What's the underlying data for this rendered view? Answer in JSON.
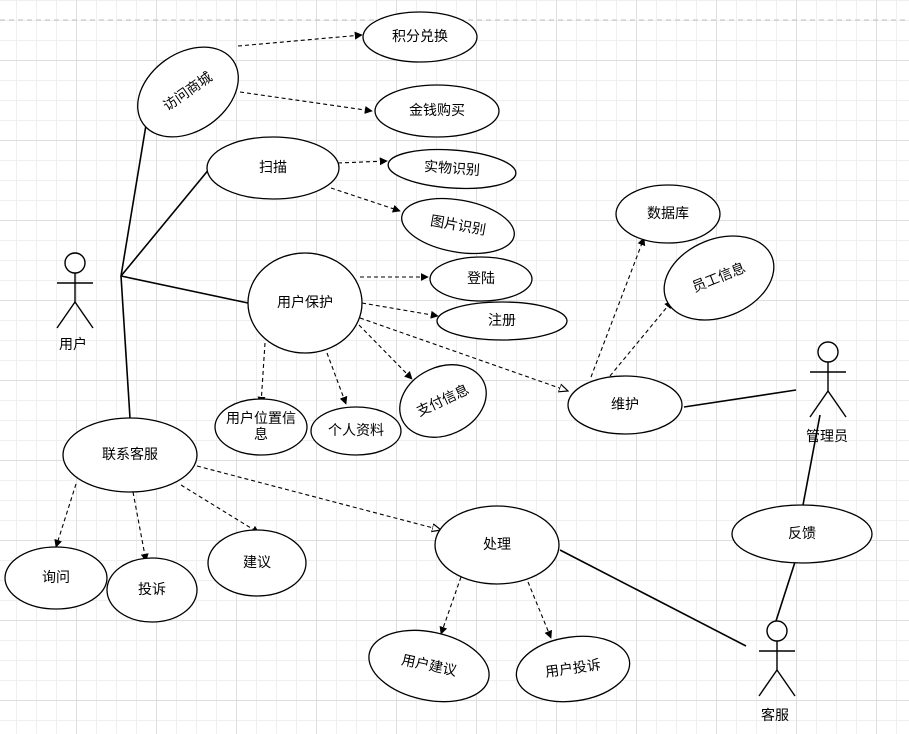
{
  "diagram": {
    "actors": [
      {
        "id": "user",
        "label": "用户"
      },
      {
        "id": "admin",
        "label": "管理员"
      },
      {
        "id": "service",
        "label": "客服"
      }
    ],
    "use_cases": [
      {
        "id": "visit_mall",
        "label": "访问商城"
      },
      {
        "id": "points_exchange",
        "label": "积分兑换"
      },
      {
        "id": "money_buy",
        "label": "金钱购买"
      },
      {
        "id": "scan",
        "label": "扫描"
      },
      {
        "id": "object_recog",
        "label": "实物识别"
      },
      {
        "id": "image_recog",
        "label": "图片识别"
      },
      {
        "id": "user_protect",
        "label": "用户保护"
      },
      {
        "id": "login",
        "label": "登陆"
      },
      {
        "id": "register",
        "label": "注册"
      },
      {
        "id": "location_info",
        "label": "用户位置信息"
      },
      {
        "id": "profile",
        "label": "个人资料"
      },
      {
        "id": "payment_info",
        "label": "支付信息"
      },
      {
        "id": "maintain",
        "label": "维护"
      },
      {
        "id": "database",
        "label": "数据库"
      },
      {
        "id": "staff_info",
        "label": "员工信息"
      },
      {
        "id": "contact_service",
        "label": "联系客服"
      },
      {
        "id": "inquiry",
        "label": "询问"
      },
      {
        "id": "complain",
        "label": "投诉"
      },
      {
        "id": "suggest",
        "label": "建议"
      },
      {
        "id": "handle",
        "label": "处理"
      },
      {
        "id": "user_suggest",
        "label": "用户建议"
      },
      {
        "id": "user_complain",
        "label": "用户投诉"
      },
      {
        "id": "feedback",
        "label": "反馈"
      }
    ],
    "associations": [
      {
        "from": "user",
        "to": "visit_mall"
      },
      {
        "from": "user",
        "to": "scan"
      },
      {
        "from": "user",
        "to": "user_protect"
      },
      {
        "from": "user",
        "to": "contact_service"
      },
      {
        "from": "admin",
        "to": "maintain"
      },
      {
        "from": "admin",
        "to": "feedback"
      },
      {
        "from": "service",
        "to": "feedback"
      },
      {
        "from": "service",
        "to": "handle"
      }
    ],
    "dependencies": [
      {
        "from": "visit_mall",
        "to": "points_exchange",
        "arrow": "filled"
      },
      {
        "from": "visit_mall",
        "to": "money_buy",
        "arrow": "filled"
      },
      {
        "from": "scan",
        "to": "object_recog",
        "arrow": "filled"
      },
      {
        "from": "scan",
        "to": "image_recog",
        "arrow": "filled"
      },
      {
        "from": "user_protect",
        "to": "login",
        "arrow": "filled"
      },
      {
        "from": "user_protect",
        "to": "register",
        "arrow": "filled"
      },
      {
        "from": "user_protect",
        "to": "payment_info",
        "arrow": "filled"
      },
      {
        "from": "user_protect",
        "to": "location_info",
        "arrow": "filled"
      },
      {
        "from": "user_protect",
        "to": "profile",
        "arrow": "filled"
      },
      {
        "from": "user_protect",
        "to": "maintain",
        "arrow": "hollow"
      },
      {
        "from": "maintain",
        "to": "database",
        "arrow": "filled"
      },
      {
        "from": "maintain",
        "to": "staff_info",
        "arrow": "filled"
      },
      {
        "from": "contact_service",
        "to": "inquiry",
        "arrow": "filled"
      },
      {
        "from": "contact_service",
        "to": "complain",
        "arrow": "filled"
      },
      {
        "from": "contact_service",
        "to": "suggest",
        "arrow": "filled"
      },
      {
        "from": "contact_service",
        "to": "handle",
        "arrow": "hollow"
      },
      {
        "from": "handle",
        "to": "user_suggest",
        "arrow": "filled"
      },
      {
        "from": "handle",
        "to": "user_complain",
        "arrow": "filled"
      }
    ]
  }
}
